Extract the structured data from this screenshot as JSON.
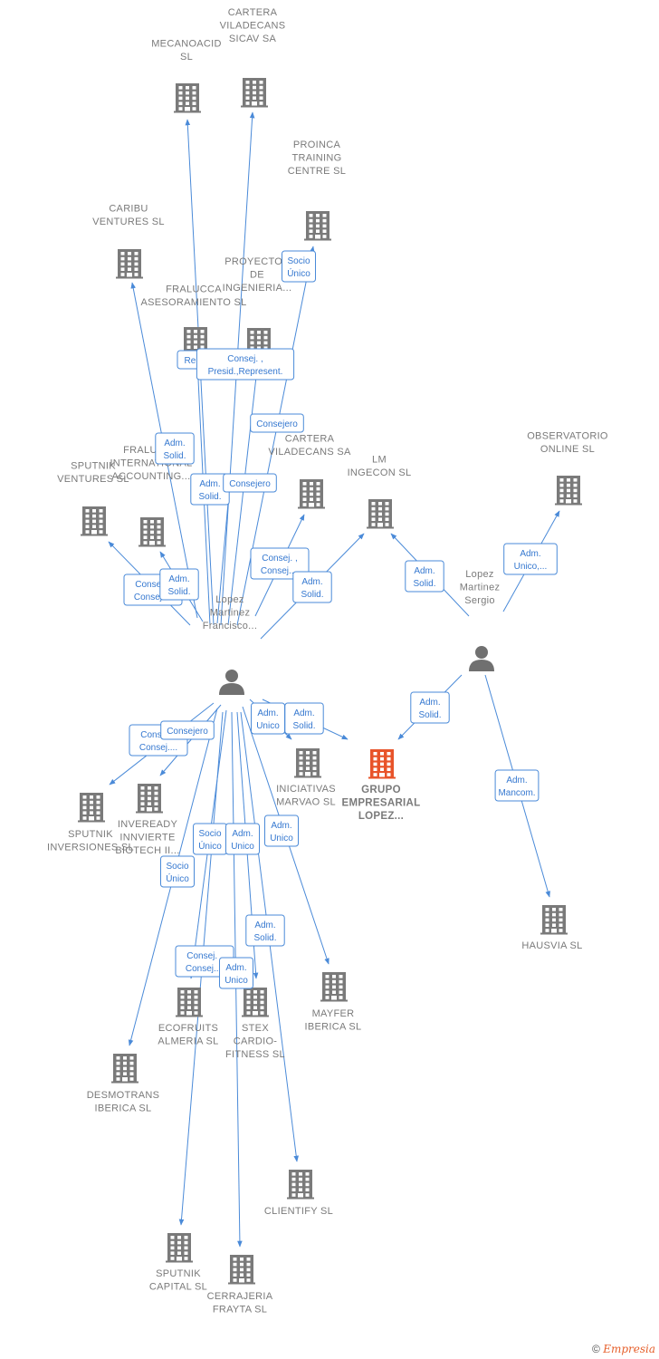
{
  "colors": {
    "edge": "#4a8ad8",
    "company": "#7a7a7a",
    "company_highlight": "#e8542a",
    "person": "#707070",
    "label_text": "#7a7a7a"
  },
  "icons": {
    "company": "building-icon",
    "person": "person-icon"
  },
  "nodes": [
    {
      "id": "francisco",
      "kind": "person",
      "label": [
        "Lopez",
        "Martinez",
        "Francisco..."
      ]
    },
    {
      "id": "sergio",
      "kind": "person",
      "label": [
        "Lopez",
        "Martinez",
        "Sergio"
      ]
    },
    {
      "id": "grupo",
      "kind": "company",
      "highlight": true,
      "label": [
        "GRUPO",
        "EMPRESARIAL",
        "LOPEZ..."
      ]
    },
    {
      "id": "mecanoacid",
      "kind": "company",
      "label": [
        "MECANOACID",
        "SL"
      ]
    },
    {
      "id": "cartera_sicav",
      "kind": "company",
      "label": [
        "CARTERA",
        "VILADECANS",
        "SICAV SA"
      ]
    },
    {
      "id": "proinca",
      "kind": "company",
      "label": [
        "PROINCA",
        "TRAINING",
        "CENTRE SL"
      ]
    },
    {
      "id": "caribu",
      "kind": "company",
      "label": [
        "CARIBU",
        "VENTURES SL"
      ]
    },
    {
      "id": "fralucca_ases",
      "kind": "company",
      "label": [
        "FRALUCCA",
        "ASESORAMIENTO SL"
      ]
    },
    {
      "id": "proyectos",
      "kind": "company",
      "label": [
        "PROYECTOS",
        "DE",
        "INGENIERIA..."
      ]
    },
    {
      "id": "cartera_sa",
      "kind": "company",
      "label": [
        "CARTERA",
        "VILADECANS SA"
      ]
    },
    {
      "id": "lm_ingecon",
      "kind": "company",
      "label": [
        "LM",
        "INGECON SL"
      ]
    },
    {
      "id": "observatorio",
      "kind": "company",
      "label": [
        "OBSERVATORIO",
        "ONLINE SL"
      ]
    },
    {
      "id": "sputnik_ventures",
      "kind": "company",
      "label": [
        "SPUTNIK",
        "VENTURES SL"
      ]
    },
    {
      "id": "fralucca_intl",
      "kind": "company",
      "label": [
        "FRALUCCA",
        "INTERNATIONAL",
        "ACCOUNTING..."
      ]
    },
    {
      "id": "sputnik_inv",
      "kind": "company",
      "label": [
        "SPUTNIK",
        "INVERSIONES SL"
      ]
    },
    {
      "id": "inveready",
      "kind": "company",
      "label": [
        "INVEREADY",
        "INNVIERTE",
        "BIOTECH II..."
      ]
    },
    {
      "id": "iniciativas",
      "kind": "company",
      "label": [
        "INICIATIVAS",
        "MARVAO SL"
      ]
    },
    {
      "id": "hausvia",
      "kind": "company",
      "label": [
        "HAUSVIA SL"
      ]
    },
    {
      "id": "mayfer",
      "kind": "company",
      "label": [
        "MAYFER",
        "IBERICA SL"
      ]
    },
    {
      "id": "ecofruits",
      "kind": "company",
      "label": [
        "ECOFRUITS",
        "ALMERIA SL"
      ]
    },
    {
      "id": "stex",
      "kind": "company",
      "label": [
        "STEX",
        "CARDIO-",
        "FITNESS SL"
      ]
    },
    {
      "id": "desmotrans",
      "kind": "company",
      "label": [
        "DESMOTRANS",
        "IBERICA SL"
      ]
    },
    {
      "id": "clientify",
      "kind": "company",
      "label": [
        "CLIENTIFY SL"
      ]
    },
    {
      "id": "sputnik_capital",
      "kind": "company",
      "label": [
        "SPUTNIK",
        "CAPITAL SL"
      ]
    },
    {
      "id": "cerrajeria",
      "kind": "company",
      "label": [
        "CERRAJERIA",
        "FRAYTA SL"
      ]
    }
  ],
  "edges": [
    {
      "from": "francisco",
      "to": "mecanoacid",
      "label": [
        "Represent."
      ]
    },
    {
      "from": "francisco",
      "to": "cartera_sicav",
      "label": [
        "Consej. ,",
        "Presid.,Represent."
      ]
    },
    {
      "from": "francisco",
      "to": "proinca",
      "label": [
        "Socio",
        "Único"
      ]
    },
    {
      "from": "francisco",
      "to": "caribu",
      "label": [
        "Adm.",
        "Solid."
      ]
    },
    {
      "from": "francisco",
      "to": "fralucca_ases",
      "label": [
        "Adm.",
        "Solid."
      ]
    },
    {
      "from": "francisco",
      "to": "proyectos",
      "label": [
        "Consejero"
      ]
    },
    {
      "from": "francisco",
      "to": "cartera_sa",
      "label": [
        "Consej. ,",
        "Consej...."
      ]
    },
    {
      "from": "francisco",
      "to": "lm_ingecon",
      "label": [
        "Adm.",
        "Solid."
      ]
    },
    {
      "from": "francisco",
      "to": "sputnik_ventures",
      "label": [
        "Consej. ,",
        "Consej...."
      ]
    },
    {
      "from": "francisco",
      "to": "fralucca_intl",
      "label": [
        "Adm.",
        "Solid."
      ]
    },
    {
      "from": "francisco",
      "to": "fralucca_intl",
      "label": [
        "Consejero"
      ]
    },
    {
      "from": "francisco",
      "to": "grupo",
      "label": [
        "Adm.",
        "Solid."
      ]
    },
    {
      "from": "francisco",
      "to": "iniciativas",
      "label": [
        "Adm.",
        "Unico"
      ]
    },
    {
      "from": "francisco",
      "to": "sputnik_inv",
      "label": [
        "Consej. ,",
        "Consej...."
      ]
    },
    {
      "from": "francisco",
      "to": "inveready",
      "label": [
        "Consejero"
      ]
    },
    {
      "from": "francisco",
      "to": "mayfer",
      "label": [
        "Adm.",
        "Unico"
      ]
    },
    {
      "from": "francisco",
      "to": "ecofruits",
      "label": [
        "Socio",
        "Único"
      ]
    },
    {
      "from": "francisco",
      "to": "stex",
      "label": [
        "Adm.",
        "Unico"
      ]
    },
    {
      "from": "francisco",
      "to": "desmotrans",
      "label": [
        "Socio",
        "Único"
      ]
    },
    {
      "from": "francisco",
      "to": "clientify",
      "label": [
        "Adm.",
        "Solid."
      ]
    },
    {
      "from": "francisco",
      "to": "sputnik_capital",
      "label": [
        "Consej. ,",
        "Consej...."
      ]
    },
    {
      "from": "francisco",
      "to": "cerrajeria",
      "label": [
        "Adm.",
        "Unico"
      ]
    },
    {
      "from": "sergio",
      "to": "lm_ingecon",
      "label": [
        "Adm.",
        "Solid."
      ]
    },
    {
      "from": "sergio",
      "to": "observatorio",
      "label": [
        "Adm.",
        "Unico,..."
      ]
    },
    {
      "from": "sergio",
      "to": "grupo",
      "label": [
        "Adm.",
        "Solid."
      ]
    },
    {
      "from": "sergio",
      "to": "hausvia",
      "label": [
        "Adm.",
        "Mancom."
      ]
    }
  ],
  "footer": {
    "copyright": "©",
    "brand": "Empresia"
  }
}
